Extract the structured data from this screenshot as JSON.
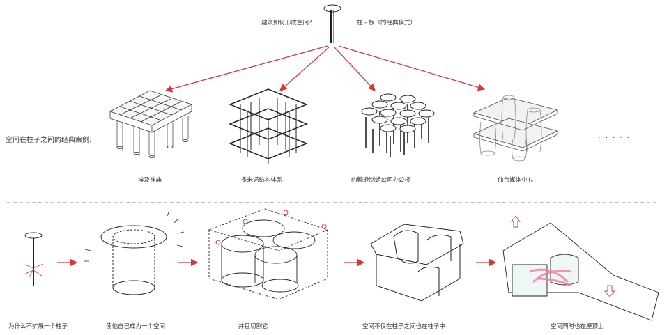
{
  "header": {
    "question": "建筑如何形成空间？",
    "model": "柱 - 板（的经典模式）"
  },
  "cases": {
    "title": "空间在柱子之间的经典案例:",
    "items": [
      "埃及神庙",
      "多米诺结构体系",
      "约翰逊制蜡公司办公楼",
      "仙台媒体中心"
    ],
    "ellipsis": ". . .      . . ."
  },
  "steps": {
    "items": [
      "为什么不扩展一个柱子",
      "使他自己成为一个空间",
      "并且切割它",
      "空间不仅在柱子之间也在柱子中",
      "空间同时也在屋顶上"
    ]
  },
  "colors": {
    "accent": "#d23a3a",
    "line": "#222222",
    "highlight": "#f07aa0"
  }
}
